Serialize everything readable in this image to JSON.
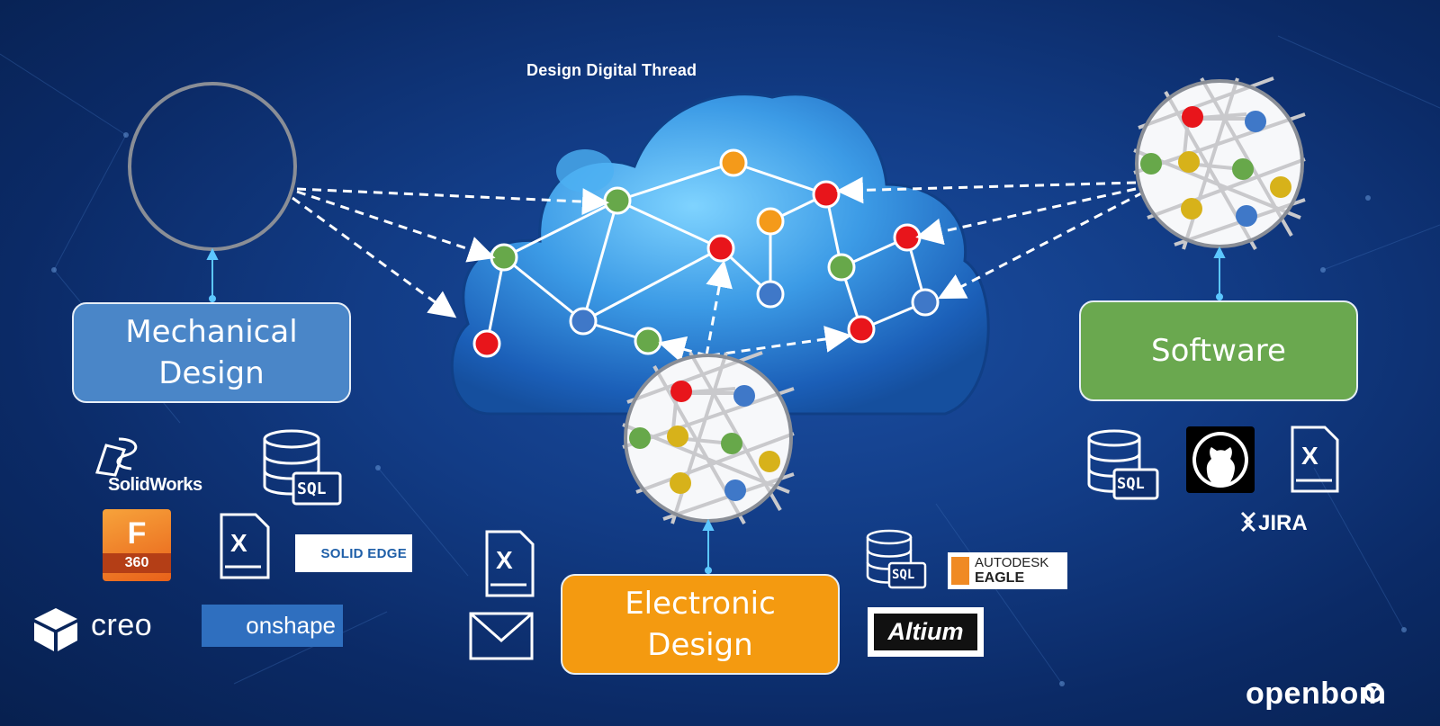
{
  "title": "Design Digital Thread",
  "boxes": {
    "mechanical": "Mechanical\nDesign",
    "software": "Software",
    "electronic": "Electronic\nDesign"
  },
  "logos": {
    "solidworks": "SolidWorks",
    "solidworks_mark": "DS",
    "fusion_letter": "F",
    "fusion_number": "360",
    "sql": "SQL",
    "excel": "X",
    "solid_edge": "SOLID EDGE",
    "creo": "creo",
    "onshape": "onshape",
    "autodesk": "AUTODESK",
    "eagle": "EAGLE",
    "altium": "Altium",
    "jira": "JIRA",
    "openbom": "openbom"
  },
  "colors": {
    "background": "#0d2e6e",
    "mechanical": "#4a86c8",
    "software": "#6aa84f",
    "electronic": "#f49a10",
    "node_red": "#e8151b",
    "node_green": "#67a84a",
    "node_blue": "#3f78c8",
    "node_yellow": "#d7b21a",
    "node_orange": "#f49a1a"
  }
}
